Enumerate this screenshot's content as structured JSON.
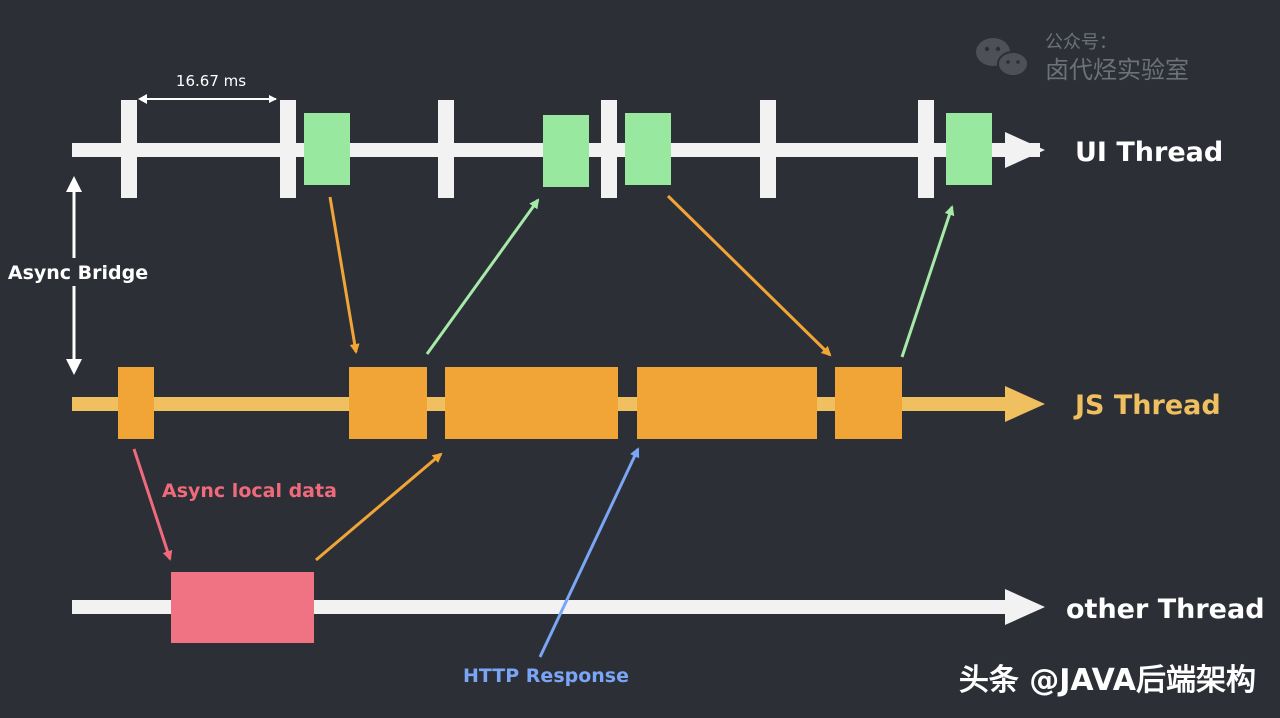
{
  "threads": {
    "ui": {
      "label": "UI Thread",
      "color": "#f2f2f2",
      "label_color": "#ffffff"
    },
    "js": {
      "label": "JS Thread",
      "color": "#f0c060",
      "label_color": "#f0c060"
    },
    "other": {
      "label": "other Thread",
      "color": "#f2f2f2",
      "label_color": "#ffffff"
    }
  },
  "annotations": {
    "frame_interval": "16.67 ms",
    "async_bridge": "Async Bridge",
    "async_local_data": "Async local data",
    "http_response": "HTTP Response"
  },
  "watermark": {
    "line1": "公众号：",
    "line2": "卤代烃实验室",
    "icon": "wechat-icon"
  },
  "footer": {
    "text": "头条 @JAVA后端架构"
  },
  "colors": {
    "background": "#2c2f36",
    "ui_task": "#98e8a0",
    "js_task": "#f2a537",
    "other_task": "#ef7382",
    "arrow_orange": "#f2a537",
    "arrow_green": "#a6e9a8",
    "arrow_blue": "#7aa6f5",
    "arrow_red": "#ef6a7a",
    "http_text": "#7aa6f5",
    "async_local_text": "#ef6a7a"
  }
}
